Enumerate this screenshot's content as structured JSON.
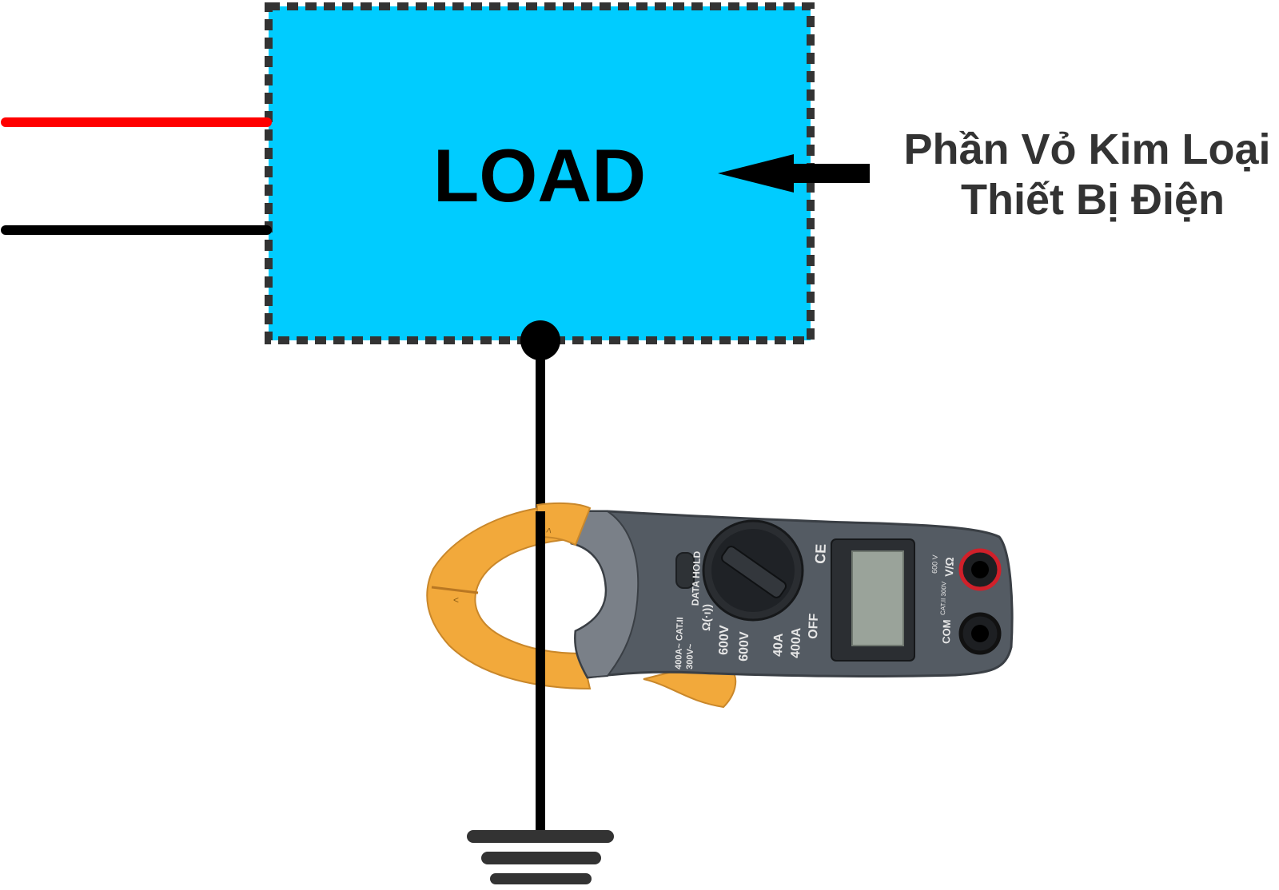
{
  "load": {
    "label": "LOAD",
    "fill_color": "#00CCFF",
    "border_color": "#333333"
  },
  "annotation": {
    "line1": "Phần Vỏ Kim Loại",
    "line2": "Thiết Bị Điện",
    "color": "#333333"
  },
  "wires": {
    "live_color": "#FF0000",
    "neutral_color": "#000000",
    "ground_color": "#000000"
  },
  "clamp_meter": {
    "jaw_color": "#F2A93B",
    "body_color": "#545B63",
    "data_hold_label": "DATA HOLD",
    "ce_mark": "CE",
    "rating": "400A~ CAT.II",
    "rating2": "300V~",
    "ranges": [
      "Ω(·ı))",
      "600V",
      "600V",
      "40A",
      "400A",
      "OFF"
    ],
    "jack_com_label": "COM",
    "jack_v_label": "V/Ω",
    "jack_note": "600 V",
    "jack_note2": "CAT.II 300V"
  }
}
